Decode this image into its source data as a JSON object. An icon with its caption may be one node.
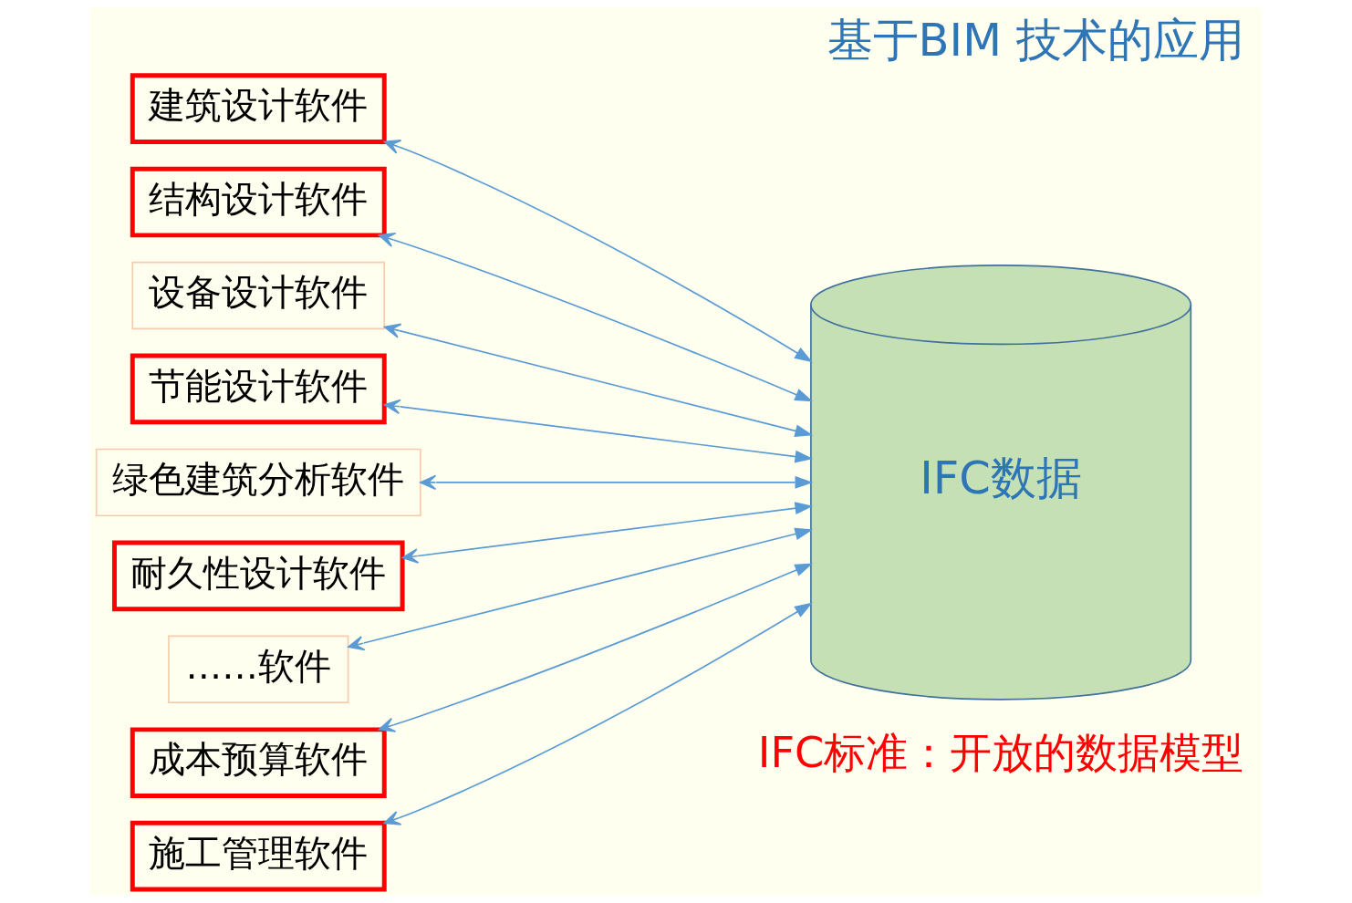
{
  "diagram": {
    "title": "基于BIM 技术的应用",
    "nodes": [
      {
        "text": [
          "建筑设计软件"
        ]
      },
      {
        "text": [
          "结构设计软件"
        ]
      },
      {
        "text": [
          "设备设计软件"
        ]
      },
      {
        "text": [
          "节能设计软件"
        ]
      },
      {
        "text": [
          "绿色建筑分析软件"
        ]
      },
      {
        "text": [
          "耐久性设计软件"
        ]
      },
      {
        "text": [
          "……软件"
        ]
      },
      {
        "text": [
          "成本预算软件"
        ]
      },
      {
        "text": [
          "施工管理软件"
        ]
      },
      {
        "text": [
          "IFC数据"
        ]
      }
    ],
    "edges": [
      {
        "from": 9,
        "to": 0,
        "arrow": "both"
      },
      {
        "from": 9,
        "to": 1,
        "arrow": "both"
      },
      {
        "from": 9,
        "to": 2,
        "arrow": "both"
      },
      {
        "from": 9,
        "to": 3,
        "arrow": "both"
      },
      {
        "from": 9,
        "to": 4,
        "arrow": "both"
      },
      {
        "from": 9,
        "to": 5,
        "arrow": "both"
      },
      {
        "from": 9,
        "to": 6,
        "arrow": "both"
      },
      {
        "from": 9,
        "to": 7,
        "arrow": "both"
      },
      {
        "from": 9,
        "to": 8,
        "arrow": "both"
      }
    ],
    "labels": [
      "IFC标准：开放的数据模型"
    ]
  }
}
